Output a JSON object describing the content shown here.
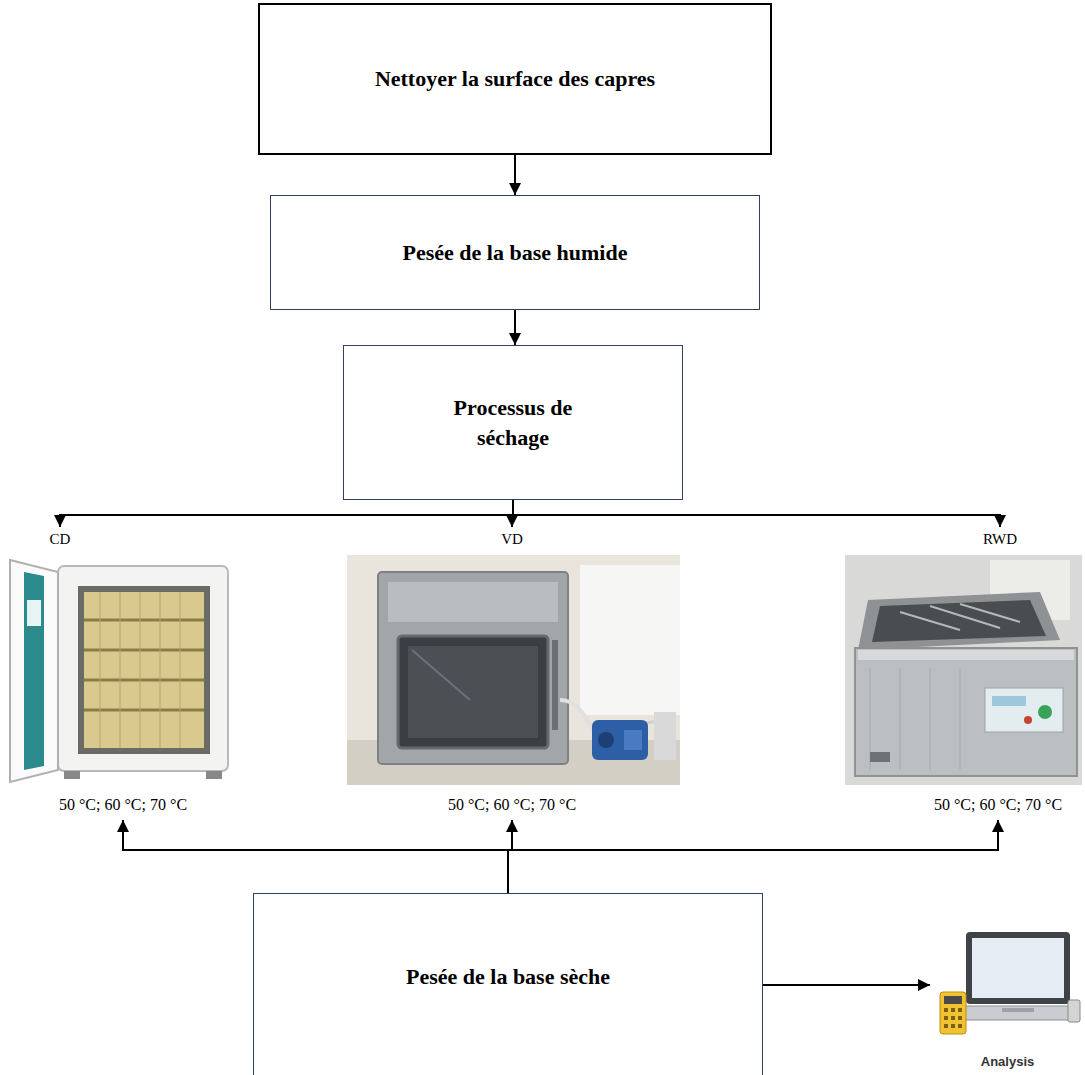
{
  "diagram": {
    "nodes": [
      {
        "text": [
          "Nettoyer la surface des capres"
        ]
      },
      {
        "text": [
          "Pesée de la base humide"
        ]
      },
      {
        "text": [
          "Processus de séchage"
        ]
      },
      {
        "text": [
          "CD",
          "50 °C; 60 °C; 70 °C"
        ]
      },
      {
        "text": [
          "VD",
          "50 °C; 60 °C; 70 °C"
        ]
      },
      {
        "text": [
          "RWD",
          "50 °C; 60 °C; 70 °C"
        ]
      },
      {
        "text": [
          "Pesée de la base sèche"
        ]
      },
      {
        "text": [
          "Analysis"
        ]
      }
    ],
    "edges": [
      {
        "from": 0,
        "to": 1,
        "arrow": "to"
      },
      {
        "from": 1,
        "to": 2,
        "arrow": "to"
      },
      {
        "from": 2,
        "to": 3,
        "arrow": "to"
      },
      {
        "from": 2,
        "to": 4,
        "arrow": "to"
      },
      {
        "from": 2,
        "to": 5,
        "arrow": "to"
      },
      {
        "from": 6,
        "to": 3,
        "arrow": "to"
      },
      {
        "from": 6,
        "to": 4,
        "arrow": "to"
      },
      {
        "from": 6,
        "to": 5,
        "arrow": "to"
      },
      {
        "from": 6,
        "to": 7,
        "arrow": "to"
      }
    ]
  }
}
